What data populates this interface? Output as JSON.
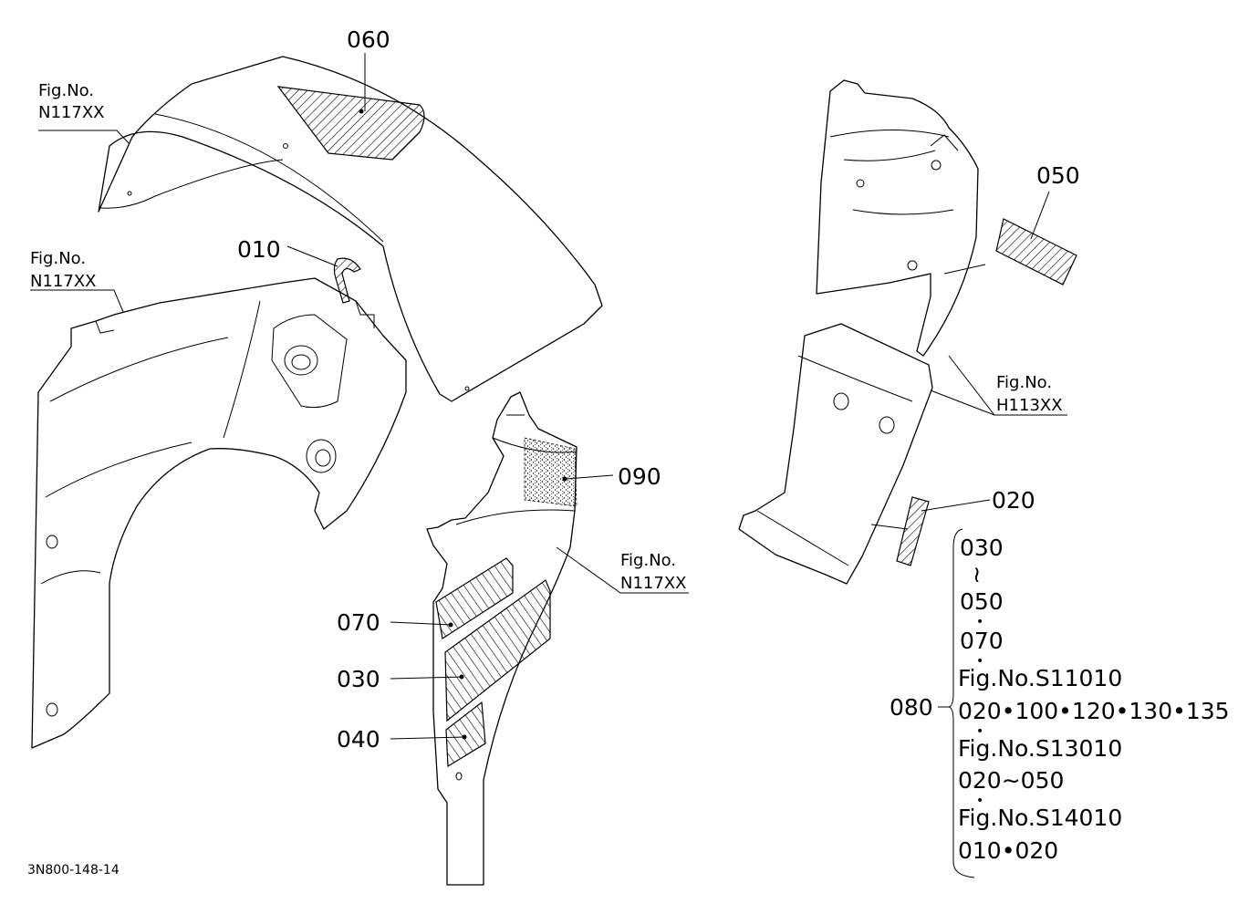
{
  "diagram_code": "3N800-148-14",
  "part_numbers": {
    "p010": "010",
    "p020": "020",
    "p030": "030",
    "p040": "040",
    "p050": "050",
    "p060": "060",
    "p070": "070",
    "p080": "080",
    "p090": "090"
  },
  "fig_refs": {
    "heading": "Fig.No.",
    "n117": "N117XX",
    "h113": "H113XX"
  },
  "bracket_list": [
    "030",
    "≀",
    "050",
    "•",
    "070",
    "•",
    "Fig.No.S11010",
    "020•100•120•130•135",
    "•",
    "Fig.No.S13010",
    "020∼050",
    "•",
    "Fig.No.S14010",
    "010•020"
  ]
}
